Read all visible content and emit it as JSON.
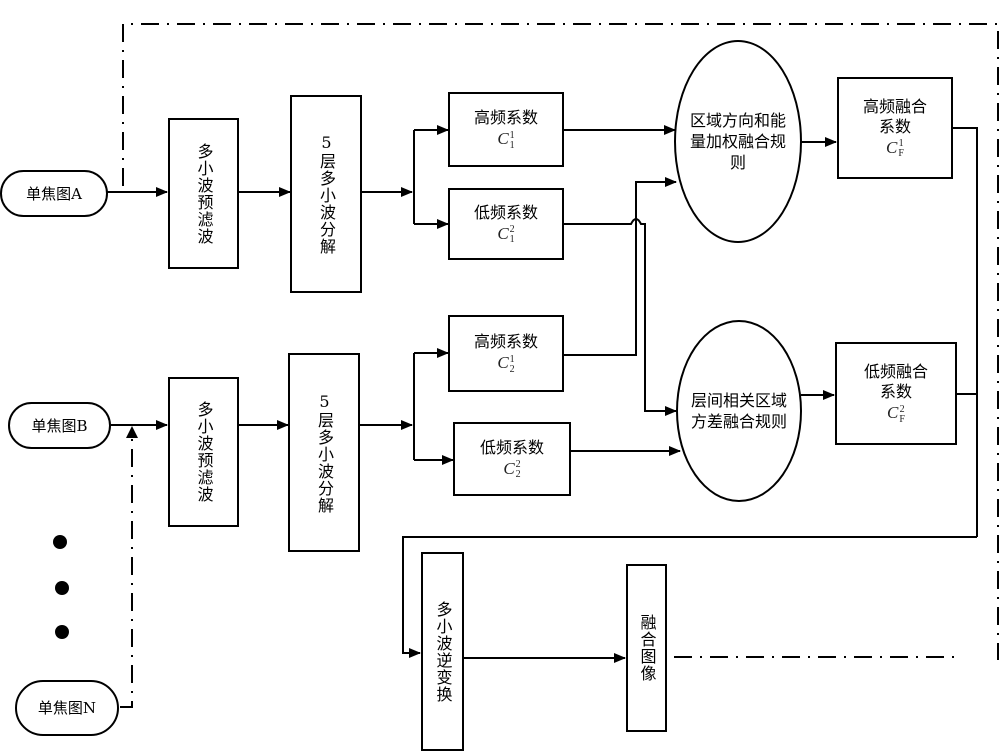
{
  "inputs": {
    "a": "单焦图A",
    "b": "单焦图B",
    "n": "单焦图N"
  },
  "prefilter_a": "多小波预滤波",
  "prefilter_b": "多小波预滤波",
  "decomp_a": "5层多小波分解",
  "decomp_b": "5层多小波分解",
  "coeffs": {
    "high_a": {
      "label": "高频系数",
      "sym": "C",
      "sup": "1",
      "sub": "1"
    },
    "low_a": {
      "label": "低频系数",
      "sym": "C",
      "sup": "2",
      "sub": "1"
    },
    "high_b": {
      "label": "高频系数",
      "sym": "C",
      "sup": "1",
      "sub": "2"
    },
    "low_b": {
      "label": "低频系数",
      "sym": "C",
      "sup": "2",
      "sub": "2"
    }
  },
  "rules": {
    "high": "区域方向和能量加权融合规则",
    "low": "层间相关区域方差融合规则"
  },
  "fused": {
    "high": {
      "label": "高频融合系数",
      "sym": "C",
      "sup": "1",
      "sub": "F"
    },
    "low": {
      "label": "低频融合系数",
      "sym": "C",
      "sup": "2",
      "sub": "F"
    }
  },
  "inverse": "多小波逆变换",
  "output": "融合图像",
  "ellipsis": "•••"
}
